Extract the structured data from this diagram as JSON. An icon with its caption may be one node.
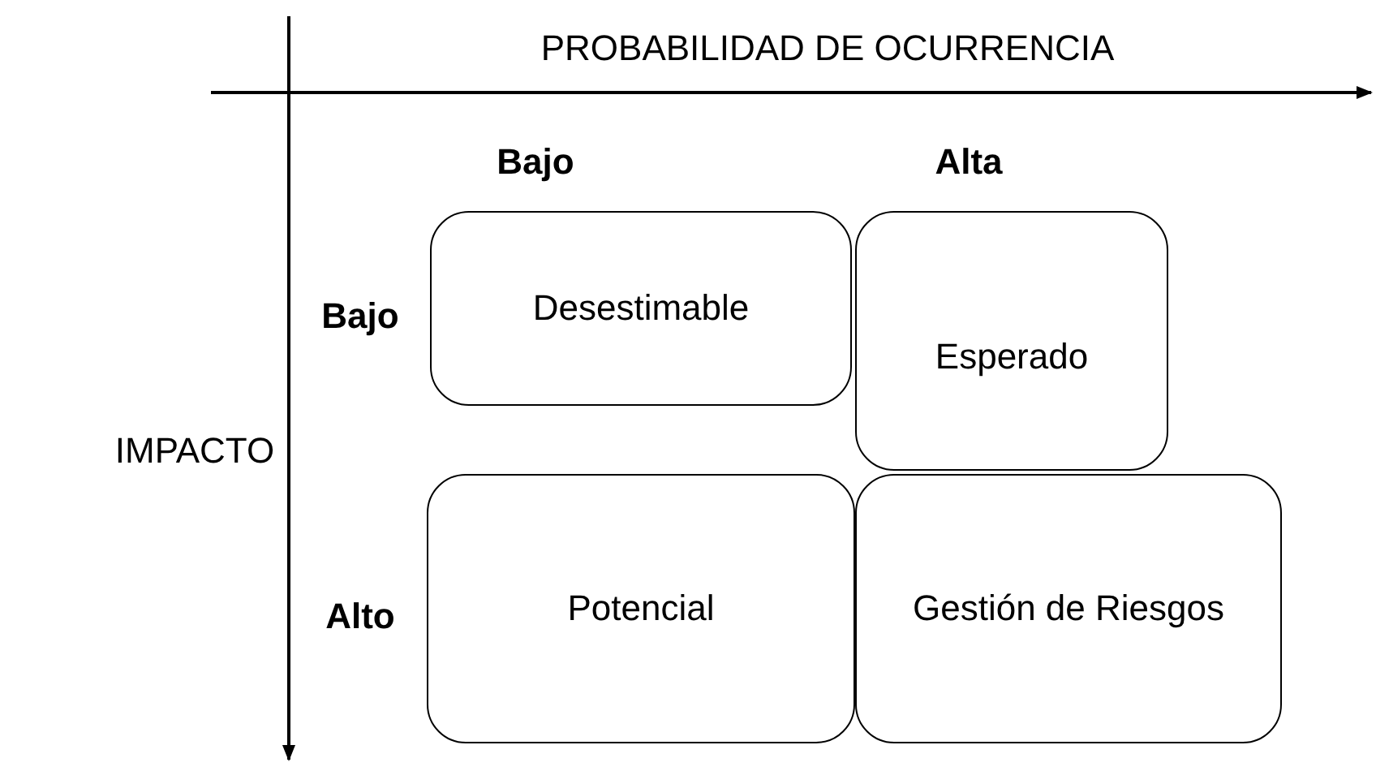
{
  "diagram": {
    "nodes": [
      {
        "text": [
          "Desestimable"
        ]
      },
      {
        "text": [
          "Esperado"
        ]
      },
      {
        "text": [
          "Potencial"
        ]
      },
      {
        "text": [
          "Gestión de Riesgos"
        ]
      }
    ],
    "labels": [
      "PROBABILIDAD DE OCURRENCIA",
      "Bajo",
      "Alta",
      "Bajo",
      "IMPACTO",
      "Alto"
    ]
  }
}
